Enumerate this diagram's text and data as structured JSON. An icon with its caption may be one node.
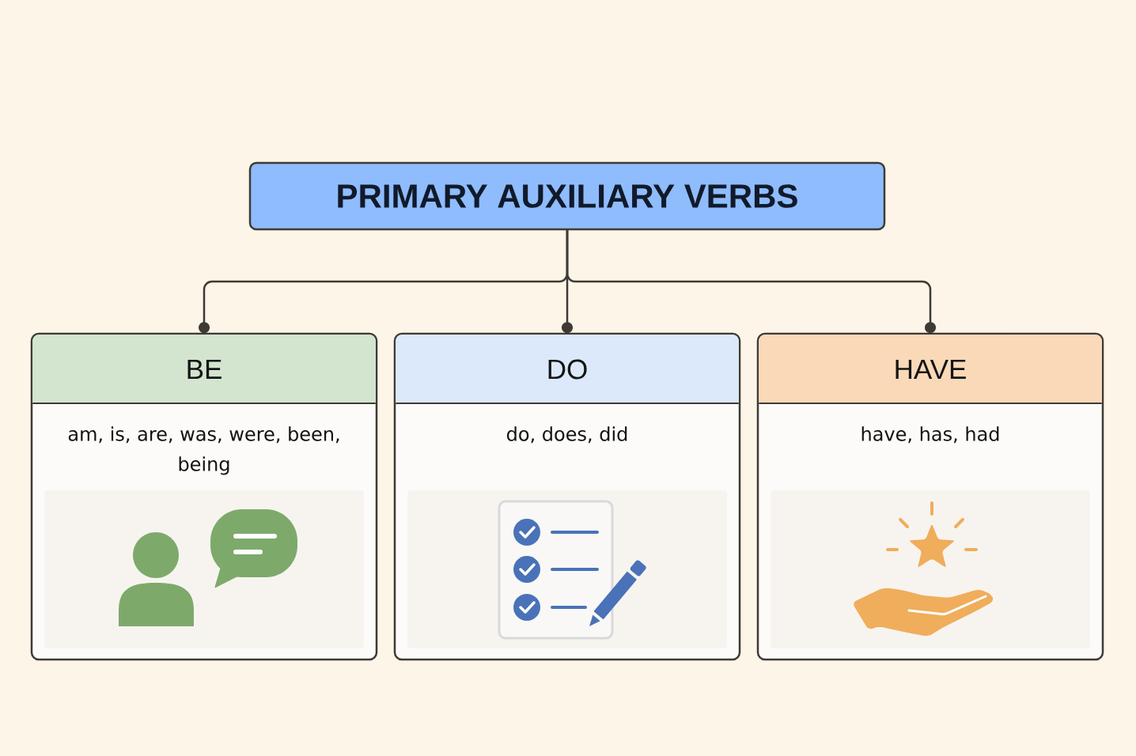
{
  "diagram": {
    "nodes": [
      {
        "text": [
          "PRIMARY AUXILIARY VERBS"
        ]
      },
      {
        "text": [
          "BE",
          "am, is, are, was, were, been, being"
        ]
      },
      {
        "text": [
          "DO",
          "do, does, did"
        ]
      },
      {
        "text": [
          "HAVE",
          "have, has, had"
        ]
      }
    ],
    "edges": [
      {
        "from": 0,
        "to": 1,
        "arrow": "other"
      },
      {
        "from": 0,
        "to": 2,
        "arrow": "other"
      },
      {
        "from": 0,
        "to": 3,
        "arrow": "other"
      }
    ]
  }
}
